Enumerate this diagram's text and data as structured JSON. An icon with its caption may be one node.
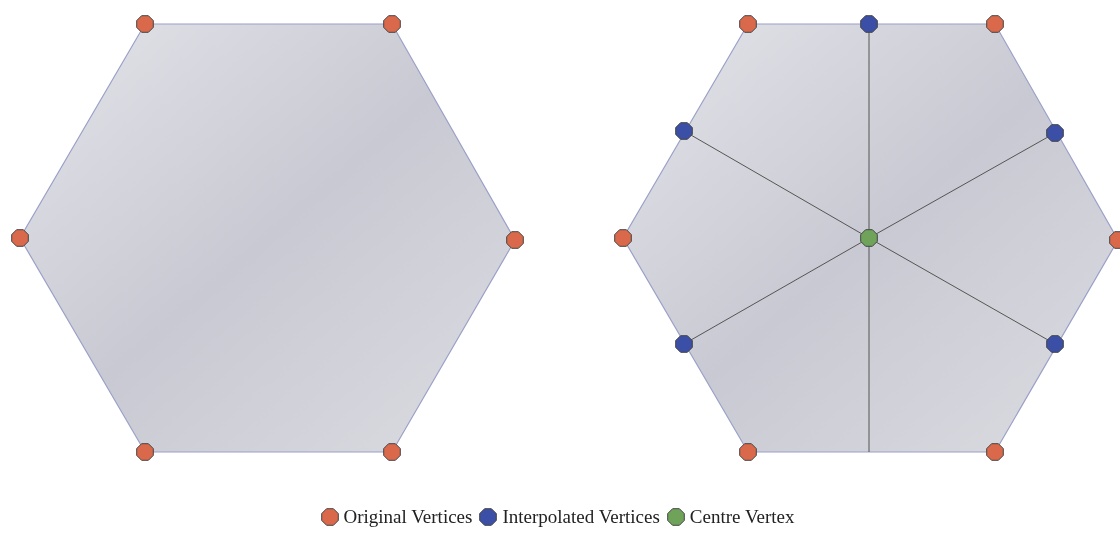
{
  "diagram": {
    "legend": [
      {
        "text": "Original Vertices",
        "color": "#d9694a"
      },
      {
        "text": "Interpolated Vertices",
        "color": "#3b4fa6"
      },
      {
        "text": "Centre Vertex",
        "color": "#6fa35a"
      }
    ]
  }
}
